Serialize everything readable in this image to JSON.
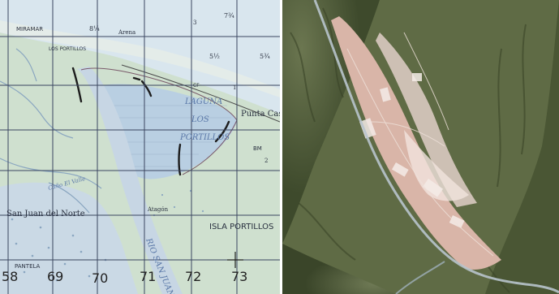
{
  "topo_map": {
    "labels": {
      "miramar": "MIRAMAR",
      "los_portillos_top": "LOS PORTILLOS",
      "arena": "Arena",
      "laguna": "LAGUNA",
      "los": "LOS",
      "portillos": "PORTILLOS",
      "punta_cas": "Punta Cas",
      "cf": "CF",
      "bm": "BM",
      "san_juan": "San Juan del Norte",
      "cano_el_valle": "Caño El Valle",
      "atagon": "Atagón",
      "isla_portillos": "ISLA PORTILLOS",
      "rio_san_juan": "RIO SAN JUAN",
      "pantela": "PANTELA",
      "depth_7_3q": "7¾",
      "depth_8_1q": "8¼",
      "depth_5_3q": "5¾",
      "depth_5_1q": "5½",
      "depth_1": "1",
      "depth_2": "2",
      "depth_3": "3"
    },
    "grid_numbers": [
      "58",
      "69",
      "70",
      "71",
      "72",
      "73"
    ],
    "colors": {
      "land": "#cfe0cf",
      "sea": "#d9e6ee",
      "lagoon": "#b9cfe2",
      "grid": "#3b4660",
      "shore": "#1d1d1d"
    }
  },
  "satellite": {
    "colors": {
      "forest_dark": "#3e4a2c",
      "forest": "#5f6b45",
      "urban": "#d9b5a8",
      "urban_light": "#e9d6cf",
      "river": "#b8c4cc"
    }
  }
}
